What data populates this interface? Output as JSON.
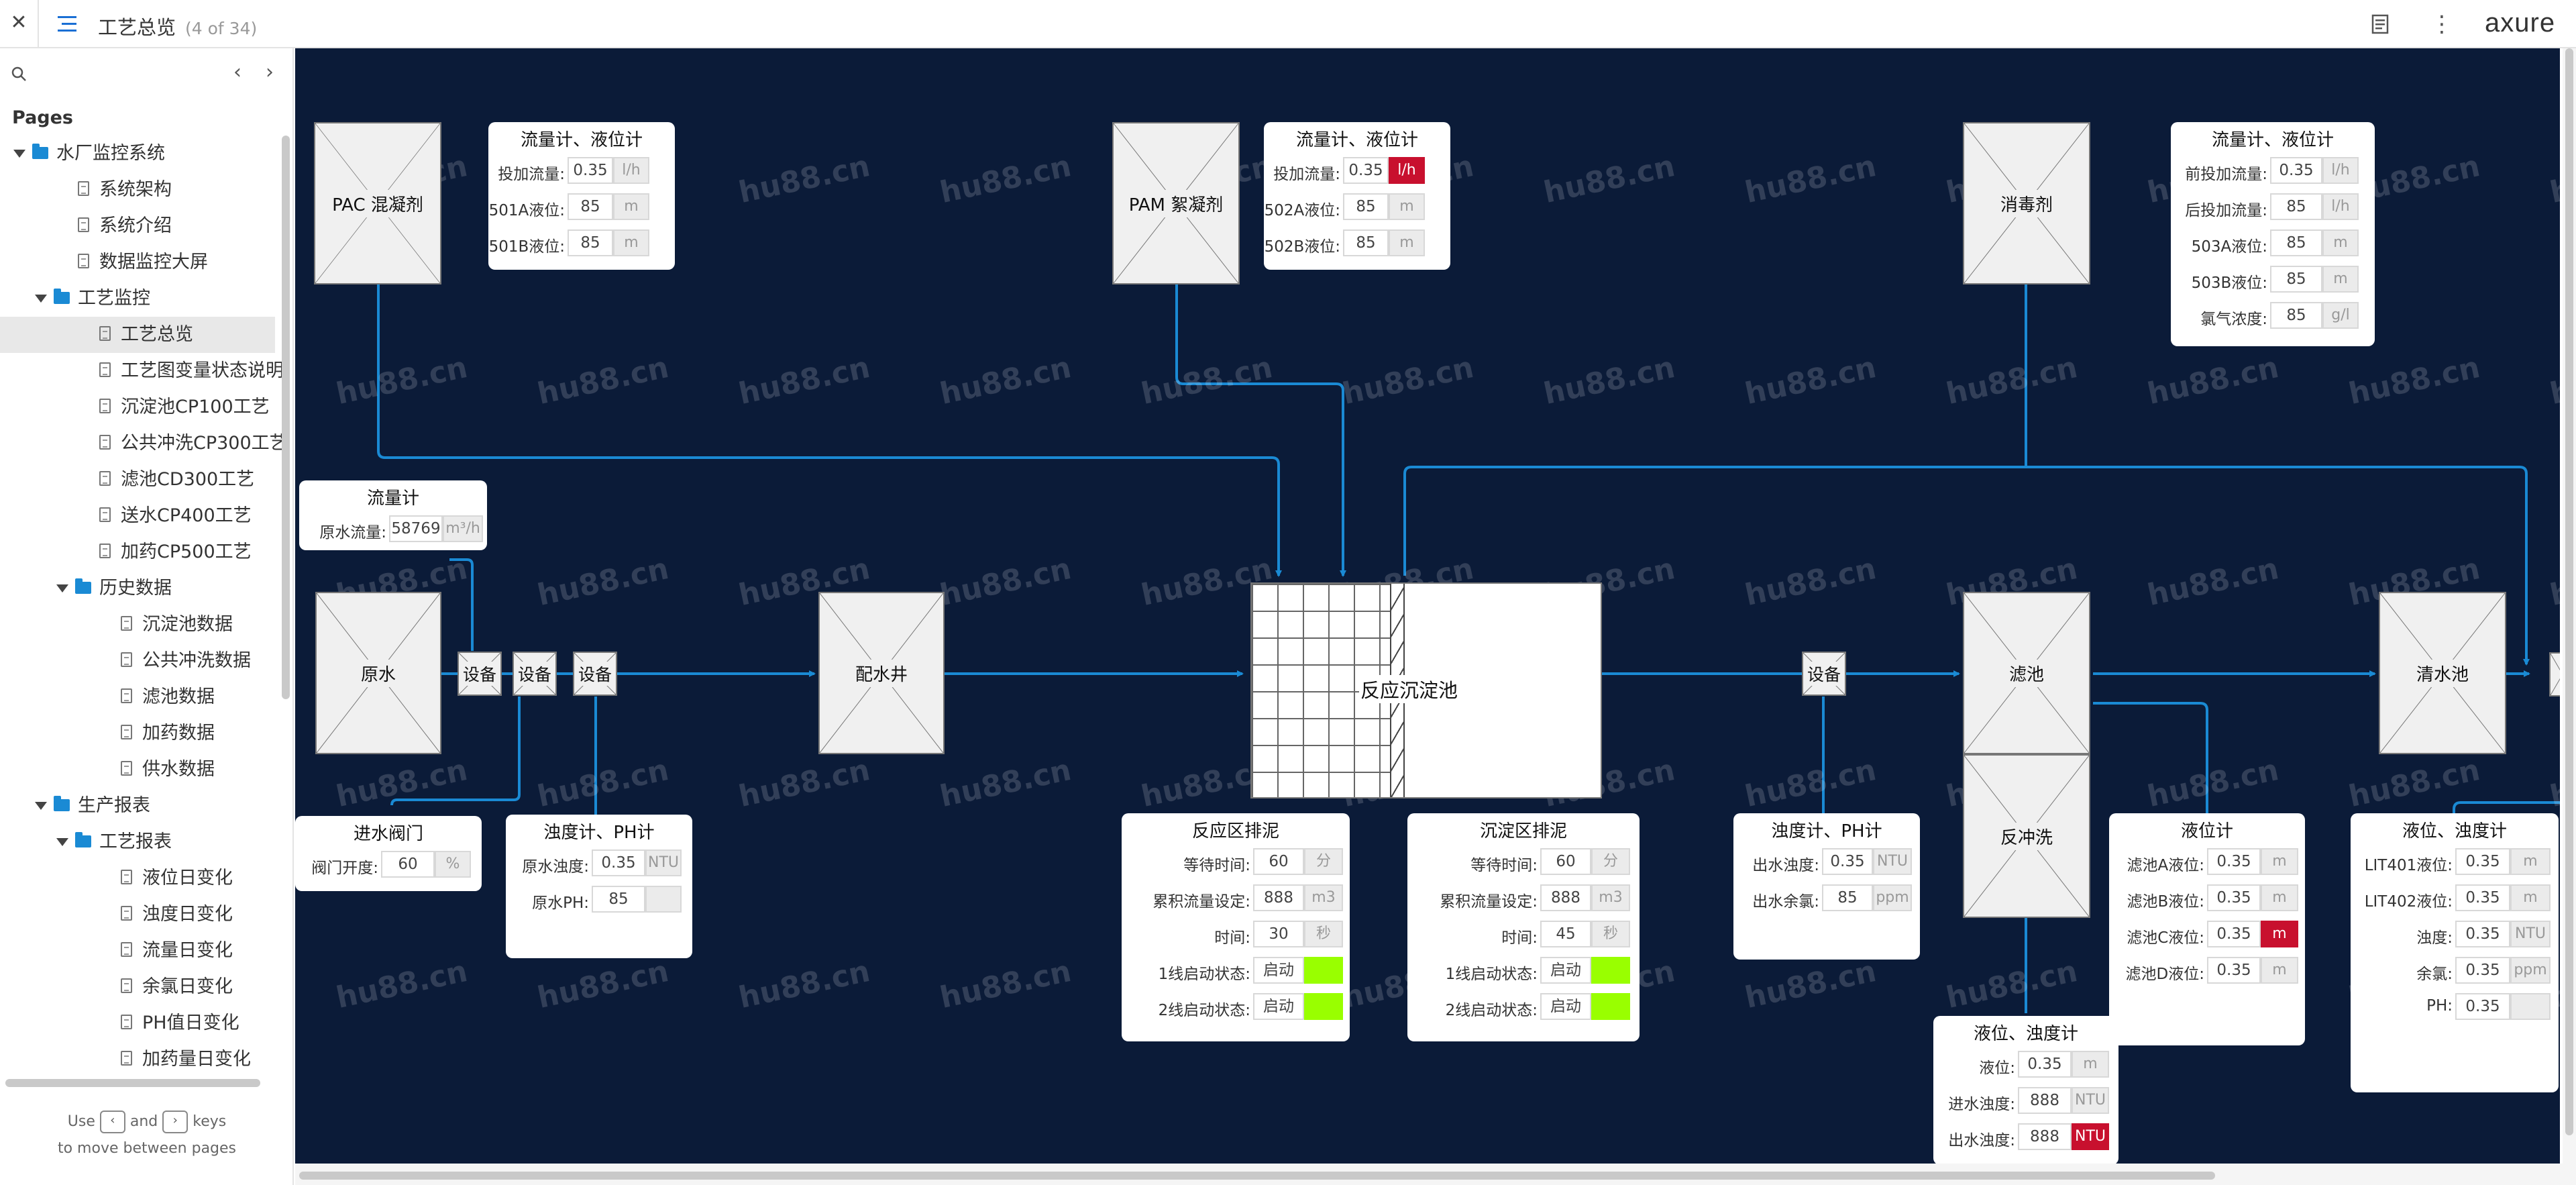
{
  "app": {
    "title": "工艺总览",
    "page_count": "(4 of 34)",
    "logo": "axure"
  },
  "sidebar": {
    "pages_label": "Pages",
    "hint_pre": "Use",
    "hint_and": "and",
    "hint_post": "keys",
    "hint_line2": "to move between pages",
    "items": [
      {
        "label": "水厂监控系统",
        "level": 0,
        "type": "folder"
      },
      {
        "label": "系统架构",
        "level": 1,
        "type": "page"
      },
      {
        "label": "系统介绍",
        "level": 1,
        "type": "page"
      },
      {
        "label": "数据监控大屏",
        "level": 1,
        "type": "page"
      },
      {
        "label": "工艺监控",
        "level": 1,
        "type": "folder"
      },
      {
        "label": "工艺总览",
        "level": 2,
        "type": "page",
        "selected": true
      },
      {
        "label": "工艺图变量状态说明",
        "level": 2,
        "type": "page"
      },
      {
        "label": "沉淀池CP100工艺",
        "level": 2,
        "type": "page"
      },
      {
        "label": "公共冲洗CP300工艺",
        "level": 2,
        "type": "page"
      },
      {
        "label": "滤池CD300工艺",
        "level": 2,
        "type": "page"
      },
      {
        "label": "送水CP400工艺",
        "level": 2,
        "type": "page"
      },
      {
        "label": "加药CP500工艺",
        "level": 2,
        "type": "page"
      },
      {
        "label": "历史数据",
        "level": 2,
        "type": "folder"
      },
      {
        "label": "沉淀池数据",
        "level": 3,
        "type": "page"
      },
      {
        "label": "公共冲洗数据",
        "level": 3,
        "type": "page"
      },
      {
        "label": "滤池数据",
        "level": 3,
        "type": "page"
      },
      {
        "label": "加药数据",
        "level": 3,
        "type": "page"
      },
      {
        "label": "供水数据",
        "level": 3,
        "type": "page"
      },
      {
        "label": "生产报表",
        "level": 1,
        "type": "folder"
      },
      {
        "label": "工艺报表",
        "level": 2,
        "type": "folder"
      },
      {
        "label": "液位日变化",
        "level": 3,
        "type": "page"
      },
      {
        "label": "浊度日变化",
        "level": 3,
        "type": "page"
      },
      {
        "label": "流量日变化",
        "level": 3,
        "type": "page"
      },
      {
        "label": "余氯日变化",
        "level": 3,
        "type": "page"
      },
      {
        "label": "PH值日变化",
        "level": 3,
        "type": "page"
      },
      {
        "label": "加药量日变化",
        "level": 3,
        "type": "page"
      }
    ]
  },
  "diagram": {
    "nodes": {
      "pac": "PAC 混凝剂",
      "pam": "PAM 絮凝剂",
      "disinfectant": "消毒剂",
      "raw_water": "原水",
      "device": "设备",
      "distribution_well": "配水井",
      "reactor": "反应沉淀池",
      "filter": "滤池",
      "backwash": "反冲洗",
      "clear_pool": "清水池"
    },
    "watermark": "hu88.cn",
    "panels": {
      "pac_meter": {
        "title": "流量计、液位计",
        "rows": [
          {
            "label": "投加流量:",
            "value": "0.35",
            "unit": "l/h"
          },
          {
            "label": "501A液位:",
            "value": "85",
            "unit": "m"
          },
          {
            "label": "501B液位:",
            "value": "85",
            "unit": "m"
          }
        ]
      },
      "pam_meter": {
        "title": "流量计、液位计",
        "rows": [
          {
            "label": "投加流量:",
            "value": "0.35",
            "unit": "l/h",
            "alarm": true
          },
          {
            "label": "502A液位:",
            "value": "85",
            "unit": "m"
          },
          {
            "label": "502B液位:",
            "value": "85",
            "unit": "m"
          }
        ]
      },
      "dis_meter": {
        "title": "流量计、液位计",
        "rows": [
          {
            "label": "前投加流量:",
            "value": "0.35",
            "unit": "l/h"
          },
          {
            "label": "后投加流量:",
            "value": "85",
            "unit": "l/h"
          },
          {
            "label": "503A液位:",
            "value": "85",
            "unit": "m"
          },
          {
            "label": "503B液位:",
            "value": "85",
            "unit": "m"
          },
          {
            "label": "氯气浓度:",
            "value": "85",
            "unit": "g/l"
          }
        ]
      },
      "raw_flow": {
        "title": "流量计",
        "rows": [
          {
            "label": "原水流量:",
            "value": "58769",
            "unit": "m³/h"
          }
        ]
      },
      "inlet_valve": {
        "title": "进水阀门",
        "rows": [
          {
            "label": "阀门开度:",
            "value": "60",
            "unit": "%"
          }
        ]
      },
      "turb_ph_in": {
        "title": "浊度计、PH计",
        "rows": [
          {
            "label": "原水浊度:",
            "value": "0.35",
            "unit": "NTU"
          },
          {
            "label": "原水PH:",
            "value": "85",
            "unit": ""
          }
        ]
      },
      "react_sludge": {
        "title": "反应区排泥",
        "rows": [
          {
            "label": "等待时间:",
            "value": "60",
            "unit": "分"
          },
          {
            "label": "累积流量设定:",
            "value": "888",
            "unit": "m3"
          },
          {
            "label": "时间:",
            "value": "30",
            "unit": "秒"
          },
          {
            "label": "1线启动状态:",
            "value": "启动",
            "unit": "",
            "on": true
          },
          {
            "label": "2线启动状态:",
            "value": "启动",
            "unit": "",
            "on": true
          }
        ]
      },
      "settle_sludge": {
        "title": "沉淀区排泥",
        "rows": [
          {
            "label": "等待时间:",
            "value": "60",
            "unit": "分"
          },
          {
            "label": "累积流量设定:",
            "value": "888",
            "unit": "m3"
          },
          {
            "label": "时间:",
            "value": "45",
            "unit": "秒"
          },
          {
            "label": "1线启动状态:",
            "value": "启动",
            "unit": "",
            "on": true
          },
          {
            "label": "2线启动状态:",
            "value": "启动",
            "unit": "",
            "on": true
          }
        ]
      },
      "turb_ph_out": {
        "title": "浊度计、PH计",
        "rows": [
          {
            "label": "出水浊度:",
            "value": "0.35",
            "unit": "NTU"
          },
          {
            "label": "出水余氯:",
            "value": "85",
            "unit": "ppm"
          }
        ]
      },
      "filter_level": {
        "title": "液位计",
        "rows": [
          {
            "label": "滤池A液位:",
            "value": "0.35",
            "unit": "m"
          },
          {
            "label": "滤池B液位:",
            "value": "0.35",
            "unit": "m"
          },
          {
            "label": "滤池C液位:",
            "value": "0.35",
            "unit": "m",
            "alarm": true
          },
          {
            "label": "滤池D液位:",
            "value": "0.35",
            "unit": "m"
          }
        ]
      },
      "backwash_meter": {
        "title": "液位、浊度计",
        "rows": [
          {
            "label": "液位:",
            "value": "0.35",
            "unit": "m"
          },
          {
            "label": "进水浊度:",
            "value": "888",
            "unit": "NTU"
          },
          {
            "label": "出水浊度:",
            "value": "888",
            "unit": "NTU",
            "alarm": true
          }
        ]
      },
      "clear_meter": {
        "title": "液位、浊度计",
        "rows": [
          {
            "label": "LIT401液位:",
            "value": "0.35",
            "unit": "m"
          },
          {
            "label": "LIT402液位:",
            "value": "0.35",
            "unit": "m"
          },
          {
            "label": "浊度:",
            "value": "0.35",
            "unit": "NTU"
          },
          {
            "label": "余氯:",
            "value": "0.35",
            "unit": "ppm"
          },
          {
            "label": "PH:",
            "value": "0.35",
            "unit": ""
          }
        ]
      }
    }
  },
  "colors": {
    "canvas_bg": "#0b1b38",
    "pipe": "#1a8ad4",
    "alarm": "#c8102e",
    "status_on": "#99ff00"
  }
}
